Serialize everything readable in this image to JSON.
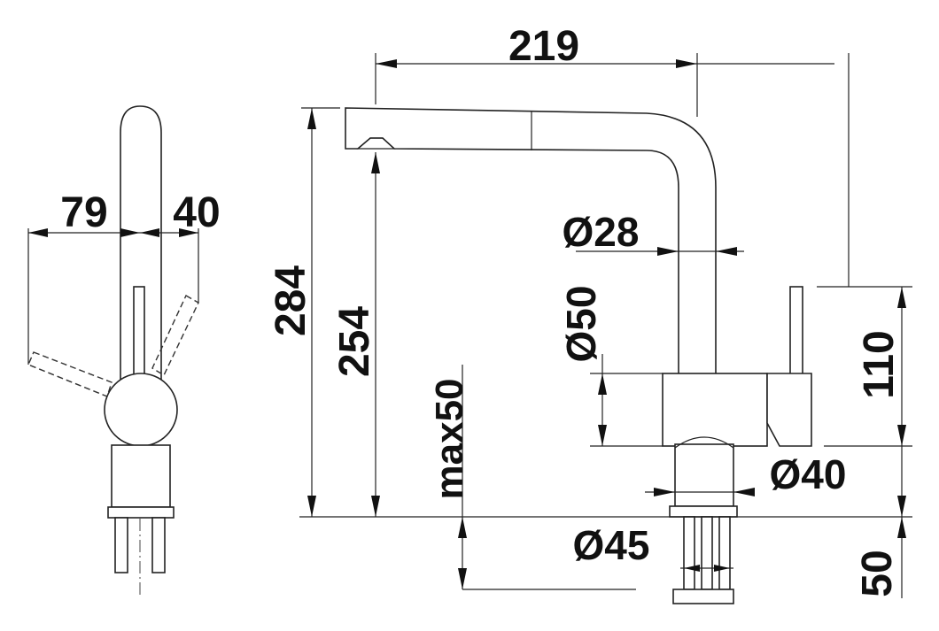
{
  "dimensions": {
    "front_left": "79",
    "front_right": "40",
    "overall_reach": "219",
    "overall_height": "284",
    "spout_height": "254",
    "max_thickness": "max50",
    "spout_diameter": "Ø28",
    "body_diameter": "Ø50",
    "handle_height": "110",
    "base_diameter": "Ø40",
    "hole_diameter": "Ø45",
    "thread_length": "50"
  },
  "colors": {
    "ink": "#111111",
    "background": "#ffffff"
  }
}
